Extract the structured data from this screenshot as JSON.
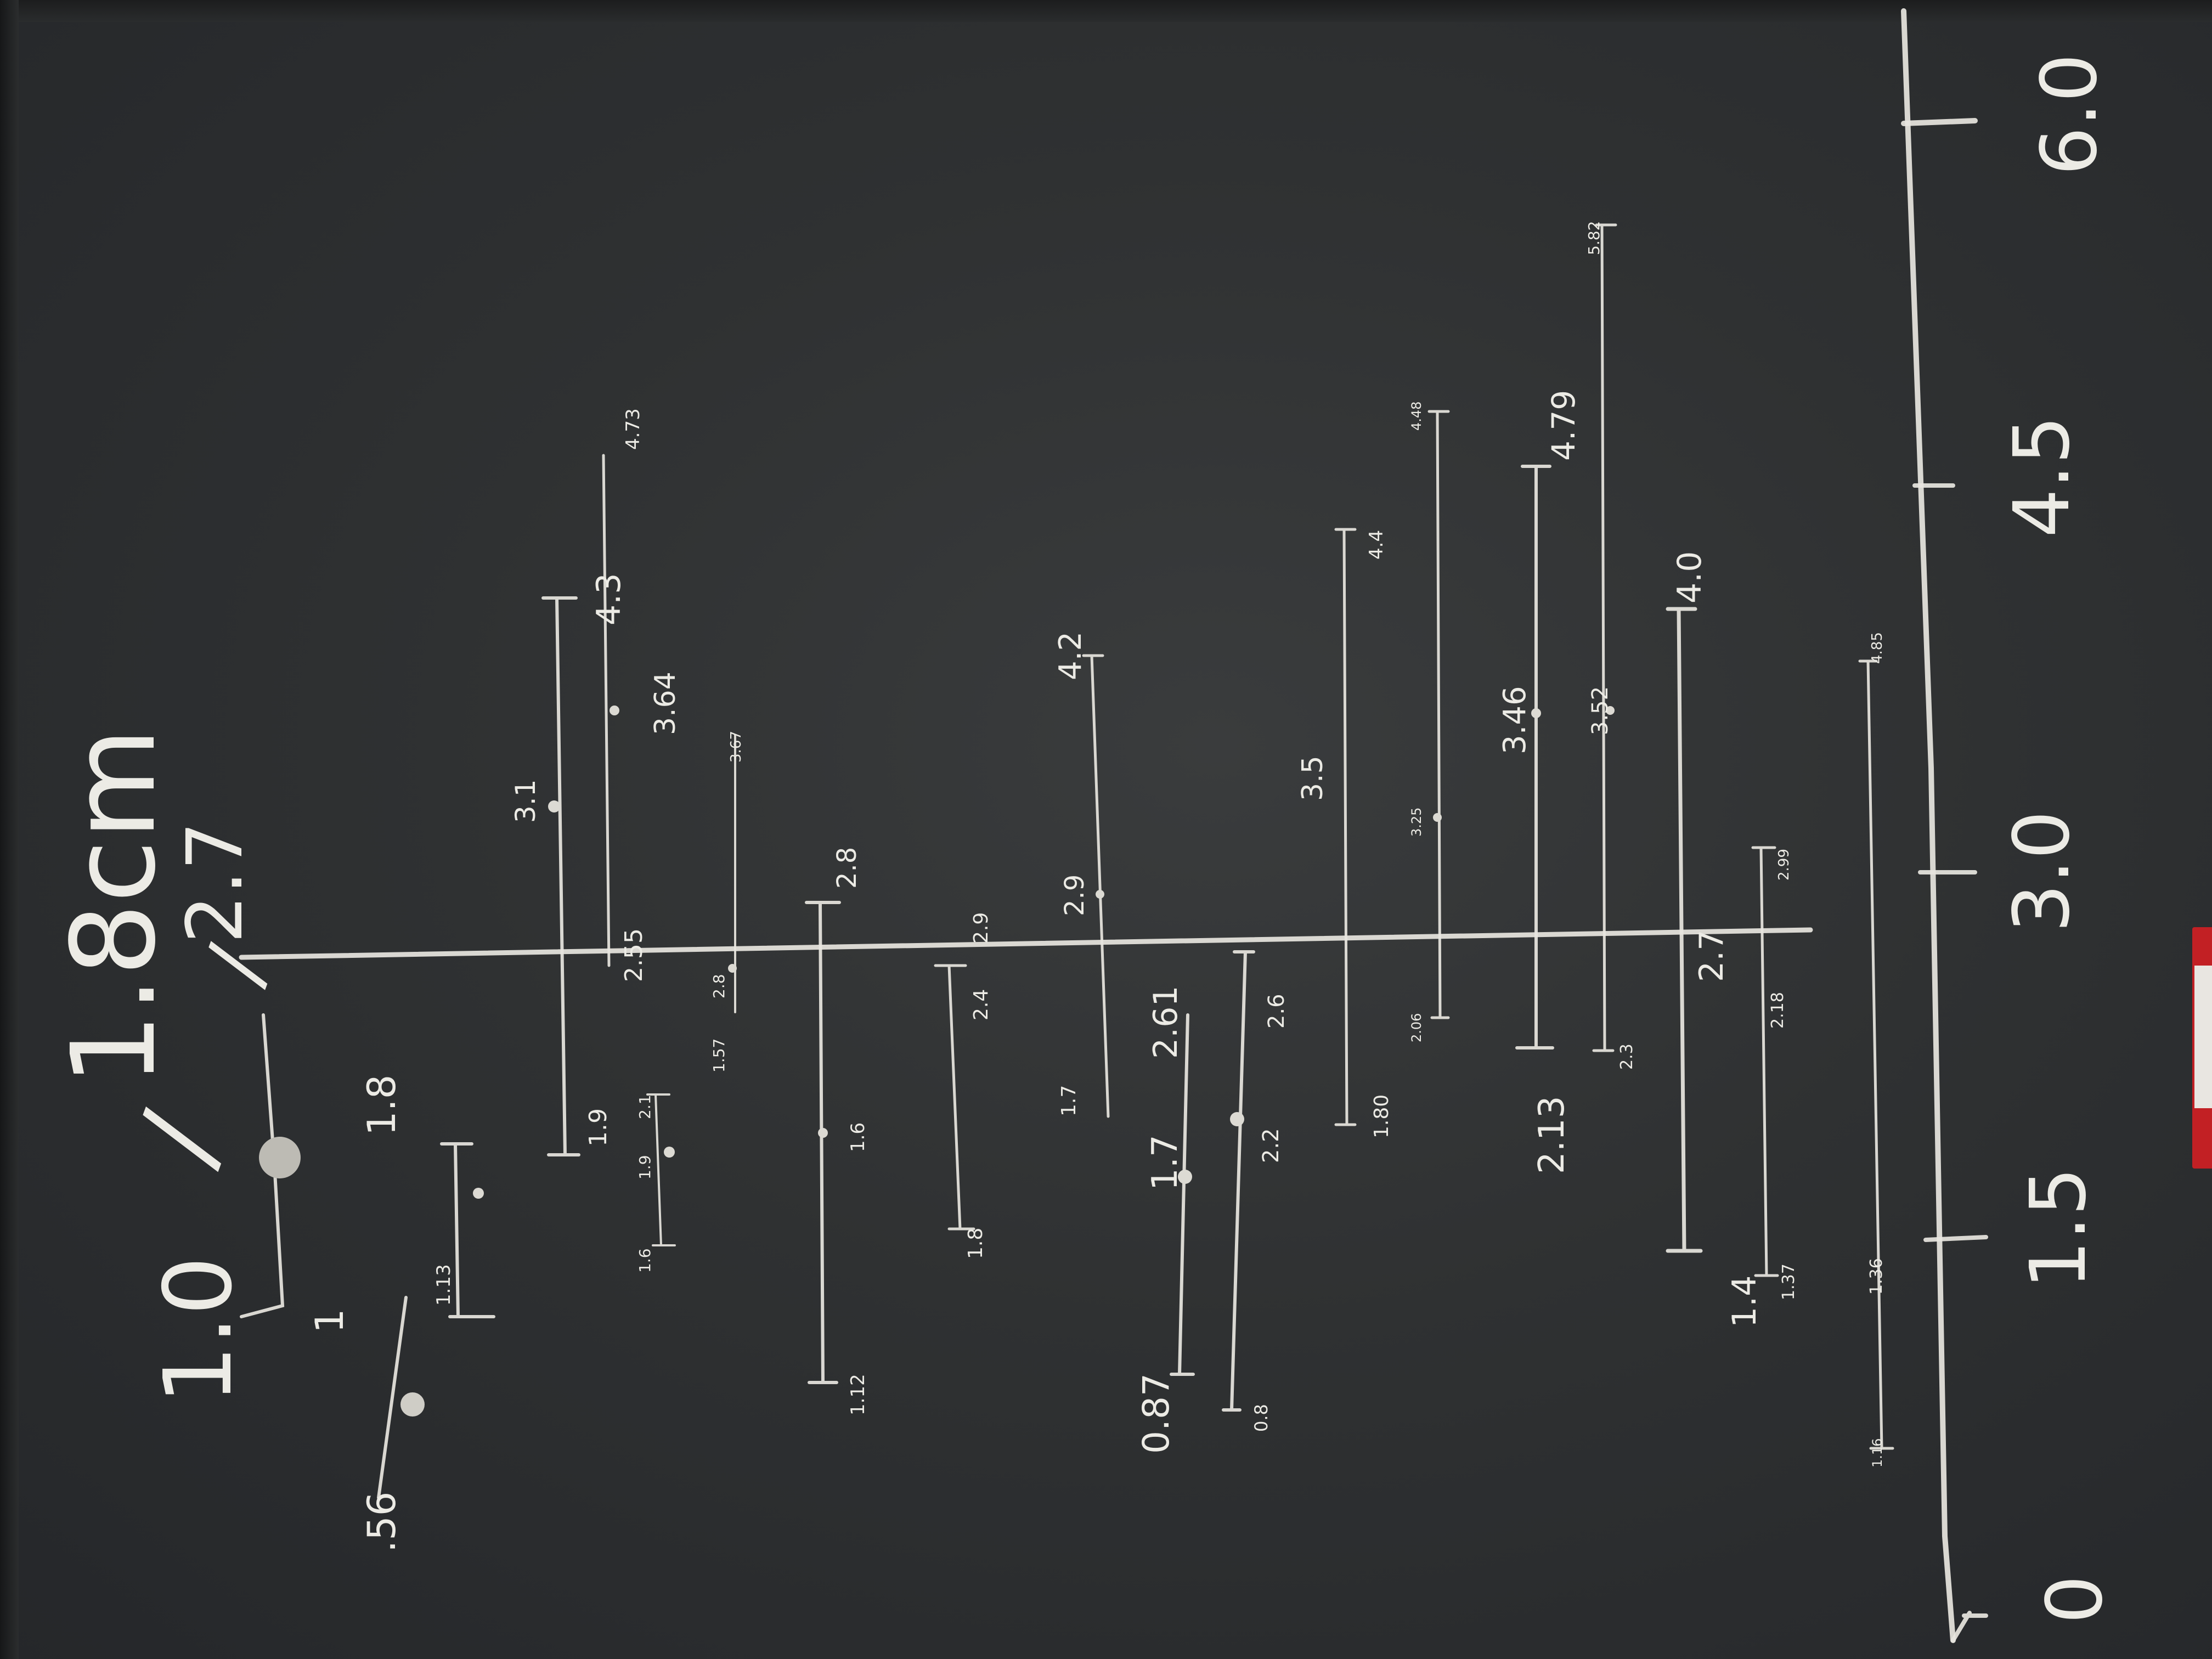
{
  "header": {
    "left_value": "1.0",
    "slash_a": "/",
    "middle_value": "1.8cm",
    "slash_b": "/",
    "right_value": "2.7"
  },
  "axis": {
    "ticks": [
      "0",
      "1.5",
      "3.0",
      "4.5",
      "6.0"
    ]
  },
  "rows": [
    {
      "labels": [
        ".56",
        "1",
        "1.0"
      ]
    },
    {
      "labels": [
        "1.13",
        "1.8"
      ]
    },
    {
      "labels": [
        "1.9",
        "3.1",
        "4.3",
        "2.55",
        "3.64",
        "4.73"
      ]
    },
    {
      "labels": [
        "1.6",
        "1.9",
        "2.1",
        "1.57",
        "2.8",
        "3.67"
      ]
    },
    {
      "labels": [
        "1.12",
        "1.6",
        "2.8"
      ]
    },
    {
      "labels": [
        "1.8",
        "2.4",
        "2.9"
      ]
    },
    {
      "labels": [
        "1.7",
        "2.9",
        "4.2"
      ]
    },
    {
      "labels": [
        "0.87",
        "1.7",
        "2.61"
      ]
    },
    {
      "labels": [
        "0.8",
        "2.2",
        "2.6"
      ]
    },
    {
      "labels": [
        "1.80",
        "3.5",
        "4.4"
      ]
    },
    {
      "labels": [
        "2.06",
        "3.25",
        "4.48"
      ]
    },
    {
      "labels": [
        "2.13",
        "3.46",
        "4.79"
      ]
    },
    {
      "labels": [
        "2.3",
        "3.52",
        "5.82"
      ]
    },
    {
      "labels": [
        "1.4",
        "2.7",
        "4.0"
      ]
    },
    {
      "labels": [
        "1.37",
        "2.18",
        "2.99"
      ]
    },
    {
      "labels": [
        "1.16",
        "1.36",
        "4.85"
      ]
    }
  ]
}
